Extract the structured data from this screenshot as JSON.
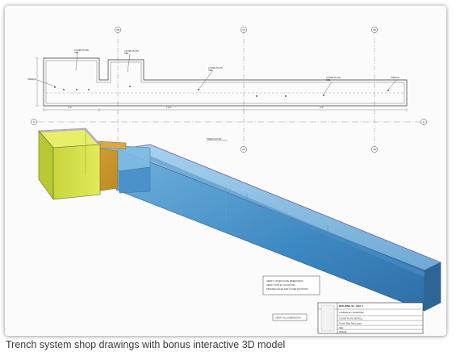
{
  "caption": "Trench system shop drawings with bonus interactive 3D model",
  "drawing": {
    "grid_bubbles": [
      "3B",
      "3C",
      "3D",
      "A"
    ],
    "plan_labels": {
      "cover_plate": "COVER PLATE",
      "cover_plate_sub": "SEE",
      "plan_title": "TRENCH PLAN",
      "ref_label": "TRENCH",
      "dim_a": "7'-0\"",
      "dim_b": "13'-9\"",
      "dim_c": "3'-0\""
    },
    "notes": {
      "note1": "VERIFY COVER PLATE DIMENSIONS",
      "note2": "VERIFY OUTLET LOCATIONS",
      "note3": "PROVIDE HOLES FOR COVER FIXATIONS",
      "verify": "VERIFY ALL DIMENSIONS"
    },
    "title_block": {
      "heading": "BUILDING 90 - BAY 1",
      "sub": "LAWRENCE LIVERMORE",
      "field1": "COVER PLATE DETAILS",
      "field2": "Trench Plan Plan Layout",
      "field3": "SEE",
      "field4": "05/2014"
    }
  }
}
